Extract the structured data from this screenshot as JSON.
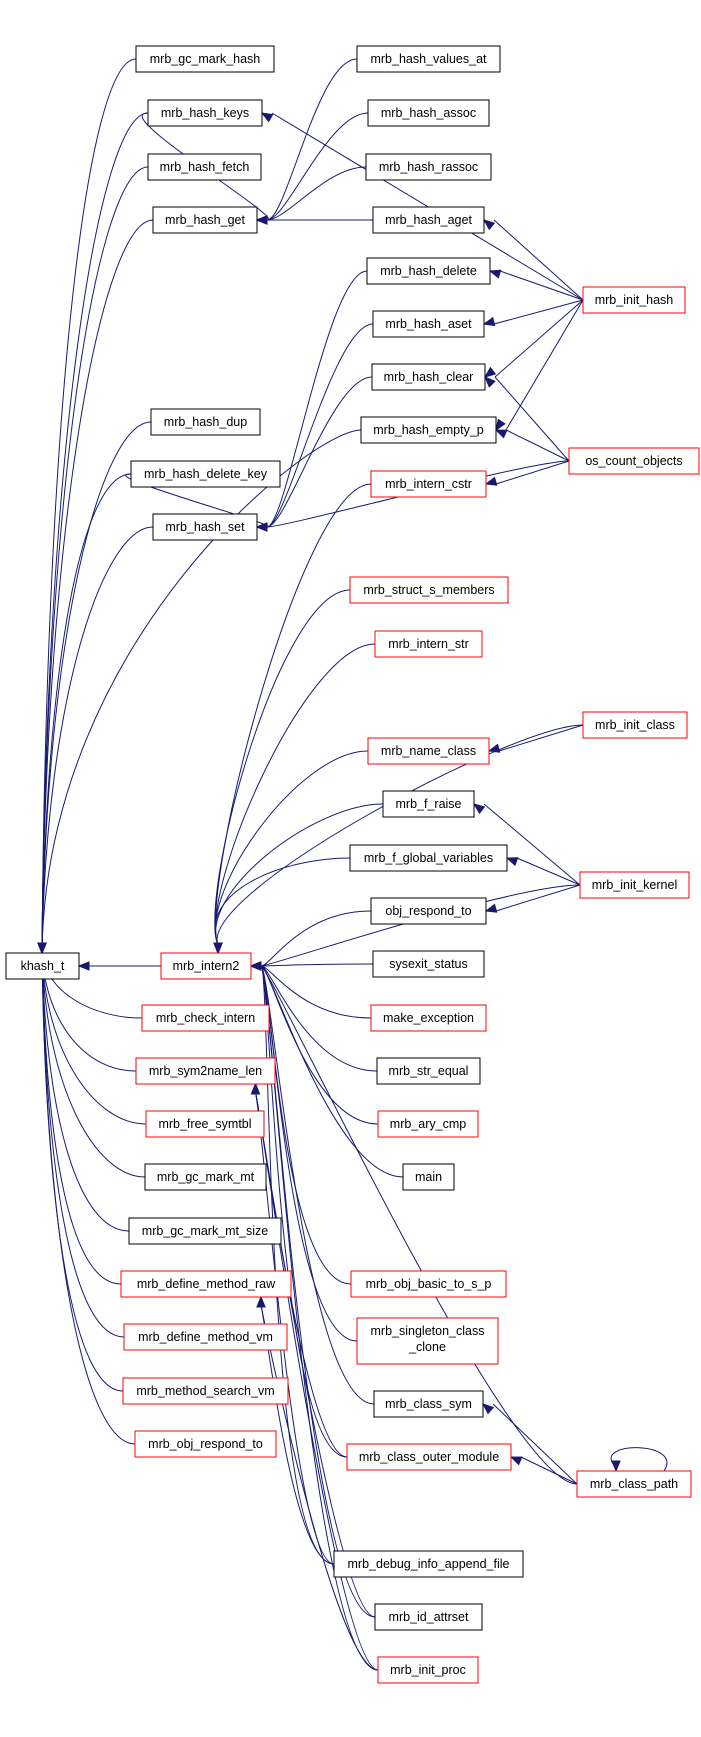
{
  "colors": {
    "edge": "#191970",
    "border_default": "#000000",
    "border_undocumented": "#ff0000",
    "root_fill": "#bfbfbf"
  },
  "nodes": {
    "khash_t": {
      "label": "khash_t",
      "style": "root"
    },
    "mrb_gc_mark_hash": {
      "label": "mrb_gc_mark_hash",
      "style": "black"
    },
    "mrb_hash_keys": {
      "label": "mrb_hash_keys",
      "style": "black"
    },
    "mrb_hash_fetch": {
      "label": "mrb_hash_fetch",
      "style": "black"
    },
    "mrb_hash_get": {
      "label": "mrb_hash_get",
      "style": "black"
    },
    "mrb_hash_dup": {
      "label": "mrb_hash_dup",
      "style": "black"
    },
    "mrb_hash_delete_key": {
      "label": "mrb_hash_delete_key",
      "style": "black"
    },
    "mrb_hash_set": {
      "label": "mrb_hash_set",
      "style": "black"
    },
    "mrb_intern2": {
      "label": "mrb_intern2",
      "style": "red"
    },
    "mrb_check_intern": {
      "label": "mrb_check_intern",
      "style": "red"
    },
    "mrb_sym2name_len": {
      "label": "mrb_sym2name_len",
      "style": "red"
    },
    "mrb_free_symtbl": {
      "label": "mrb_free_symtbl",
      "style": "red"
    },
    "mrb_gc_mark_mt": {
      "label": "mrb_gc_mark_mt",
      "style": "black"
    },
    "mrb_gc_mark_mt_size": {
      "label": "mrb_gc_mark_mt_size",
      "style": "black"
    },
    "mrb_define_method_raw": {
      "label": "mrb_define_method_raw",
      "style": "red"
    },
    "mrb_define_method_vm": {
      "label": "mrb_define_method_vm",
      "style": "red"
    },
    "mrb_method_search_vm": {
      "label": "mrb_method_search_vm",
      "style": "red"
    },
    "mrb_obj_respond_to": {
      "label": "mrb_obj_respond_to",
      "style": "red"
    },
    "mrb_hash_values_at": {
      "label": "mrb_hash_values_at",
      "style": "black"
    },
    "mrb_hash_assoc": {
      "label": "mrb_hash_assoc",
      "style": "black"
    },
    "mrb_hash_rassoc": {
      "label": "mrb_hash_rassoc",
      "style": "black"
    },
    "mrb_hash_aget": {
      "label": "mrb_hash_aget",
      "style": "black"
    },
    "mrb_hash_delete": {
      "label": "mrb_hash_delete",
      "style": "black"
    },
    "mrb_hash_aset": {
      "label": "mrb_hash_aset",
      "style": "black"
    },
    "mrb_hash_clear": {
      "label": "mrb_hash_clear",
      "style": "black"
    },
    "mrb_hash_empty_p": {
      "label": "mrb_hash_empty_p",
      "style": "black"
    },
    "mrb_intern_cstr": {
      "label": "mrb_intern_cstr",
      "style": "red"
    },
    "mrb_struct_s_members": {
      "label": "mrb_struct_s_members",
      "style": "red"
    },
    "mrb_intern_str": {
      "label": "mrb_intern_str",
      "style": "red"
    },
    "mrb_name_class": {
      "label": "mrb_name_class",
      "style": "red"
    },
    "mrb_f_raise": {
      "label": "mrb_f_raise",
      "style": "black"
    },
    "mrb_f_global_variables": {
      "label": "mrb_f_global_variables",
      "style": "black"
    },
    "obj_respond_to": {
      "label": "obj_respond_to",
      "style": "black"
    },
    "sysexit_status": {
      "label": "sysexit_status",
      "style": "black"
    },
    "make_exception": {
      "label": "make_exception",
      "style": "red"
    },
    "mrb_str_equal": {
      "label": "mrb_str_equal",
      "style": "black"
    },
    "mrb_ary_cmp": {
      "label": "mrb_ary_cmp",
      "style": "red"
    },
    "main": {
      "label": "main",
      "style": "black"
    },
    "mrb_obj_basic_to_s_p": {
      "label": "mrb_obj_basic_to_s_p",
      "style": "red"
    },
    "mrb_singleton_class_clone": {
      "label_lines": [
        "mrb_singleton_class",
        "_clone"
      ],
      "style": "red"
    },
    "mrb_class_sym": {
      "label": "mrb_class_sym",
      "style": "black"
    },
    "mrb_class_outer_module": {
      "label": "mrb_class_outer_module",
      "style": "red"
    },
    "mrb_debug_info_append_file": {
      "label": "mrb_debug_info_append_file",
      "style": "black"
    },
    "mrb_id_attrset": {
      "label": "mrb_id_attrset",
      "style": "black"
    },
    "mrb_init_proc": {
      "label": "mrb_init_proc",
      "style": "red"
    },
    "mrb_init_hash": {
      "label": "mrb_init_hash",
      "style": "red"
    },
    "os_count_objects": {
      "label": "os_count_objects",
      "style": "red"
    },
    "mrb_init_class": {
      "label": "mrb_init_class",
      "style": "red"
    },
    "mrb_init_kernel": {
      "label": "mrb_init_kernel",
      "style": "red"
    },
    "mrb_class_path": {
      "label": "mrb_class_path",
      "style": "red"
    }
  }
}
